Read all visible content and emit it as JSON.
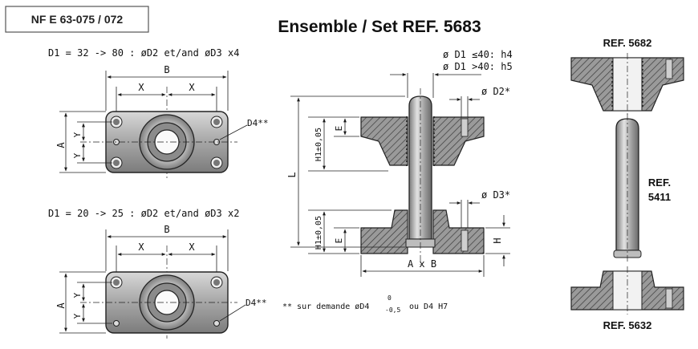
{
  "standard_ref": "NF E 63-075 / 072",
  "title": "Ensemble / Set REF. 5683",
  "top_view_a": {
    "caption": "D1 = 32 -> 80 : øD2 et/and øD3 x4",
    "dim_b": "B",
    "dim_x1": "X",
    "dim_x2": "X",
    "dim_a": "A",
    "dim_y1": "Y",
    "dim_y2": "Y",
    "callout": "D4**"
  },
  "top_view_b": {
    "caption": "D1 = 20 -> 25 : øD2 et/and øD3 x2",
    "dim_b": "B",
    "dim_x1": "X",
    "dim_x2": "X",
    "dim_a": "A",
    "dim_y1": "Y",
    "dim_y2": "Y",
    "callout": "D4**"
  },
  "section_view": {
    "d1_tol_1": "ø D1  ≤40: h4",
    "d1_tol_2": "ø D1  >40: h5",
    "d2": "ø D2*",
    "d3": "ø D3*",
    "h1_top": "H1±0,05",
    "h1_bottom": "H1±0,05",
    "e_top": "E",
    "e_bottom": "E",
    "l": "L",
    "h": "H",
    "axb": "A x B"
  },
  "footnote": "** sur demande øD4",
  "footnote_sup": "0",
  "footnote_sub": "-0,5",
  "footnote_tail": "ou D4 H7",
  "parts": {
    "top_ref": "REF. 5682",
    "pin_ref_1": "REF.",
    "pin_ref_2": "5411",
    "bottom_ref": "REF. 5632"
  },
  "colors": {
    "line": "#1a1a1a",
    "hatch": "#444444",
    "steel_dark": "#6d6d6d",
    "steel_mid": "#a9a9a9",
    "steel_light": "#dcdcdc",
    "badge_border": "#555555"
  }
}
